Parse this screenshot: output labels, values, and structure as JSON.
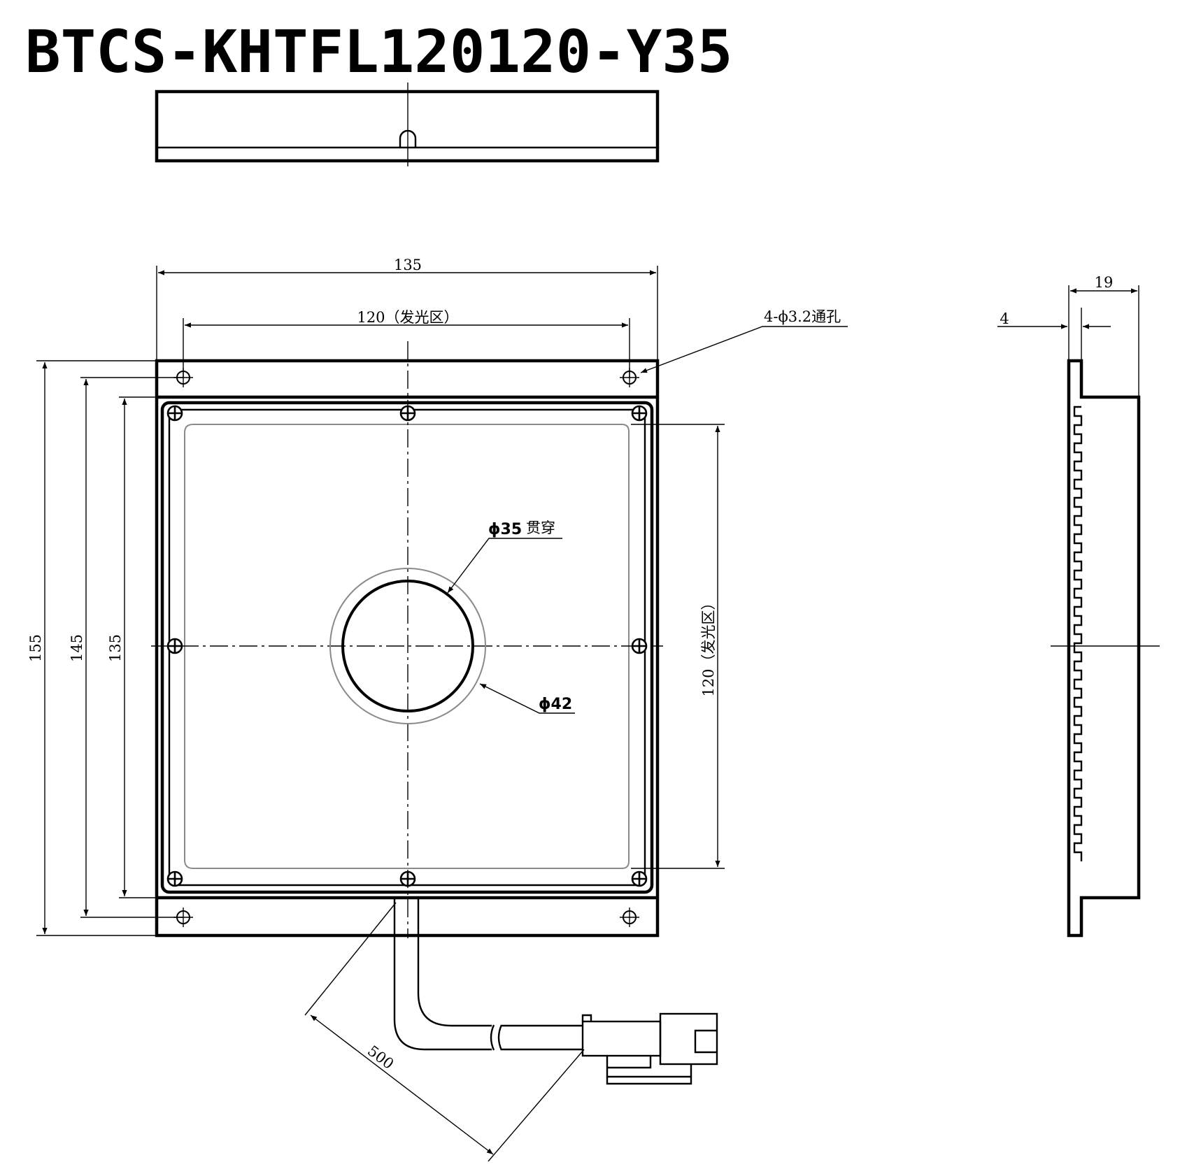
{
  "title": "BTCS-KHTFL120120-Y35",
  "dimensions": {
    "width_overall": "135",
    "width_emitting": "120（发光区）",
    "height_overall": "155",
    "height_mount": "145",
    "height_frame": "135",
    "height_emitting": "120（发光区）",
    "holes": "4-ϕ3.2通孔",
    "thickness": "19",
    "step": "4",
    "cable_length": "500"
  },
  "callouts": {
    "through_hole": "ϕ35",
    "through_hole_note": "贯穿",
    "ring": "ϕ42"
  }
}
